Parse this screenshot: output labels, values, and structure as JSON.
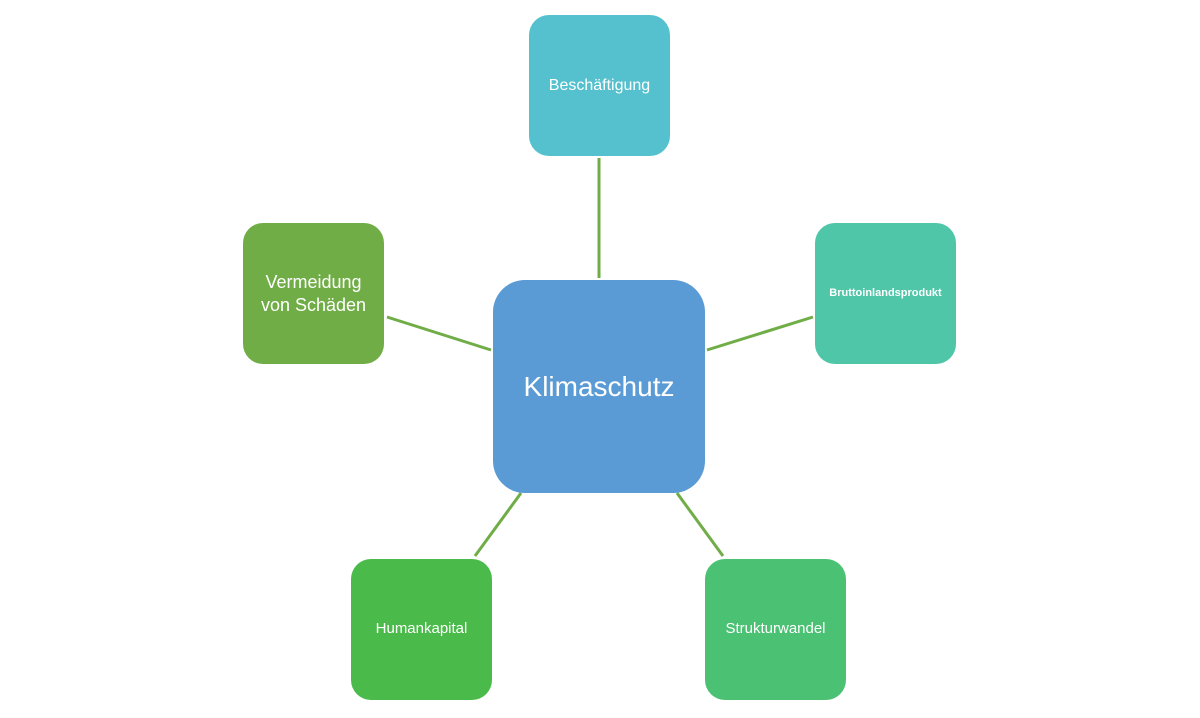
{
  "diagram": {
    "type": "radial-cycle",
    "center": {
      "label": "Klimaschutz",
      "color": "#5b9bd5"
    },
    "satellites": [
      {
        "id": "top",
        "label": "Beschäftigung",
        "color": "#55c1ce"
      },
      {
        "id": "right",
        "label": "Bruttoinlandsprodukt",
        "color": "#50c6a8"
      },
      {
        "id": "bottom-right",
        "label": "Strukturwandel",
        "color": "#4bc173"
      },
      {
        "id": "bottom-left",
        "label": "Humankapital",
        "color": "#4aba4a"
      },
      {
        "id": "left",
        "label": "Vermeidung von Schäden",
        "color": "#70ad47"
      }
    ],
    "connector_color": "#70ad47"
  }
}
